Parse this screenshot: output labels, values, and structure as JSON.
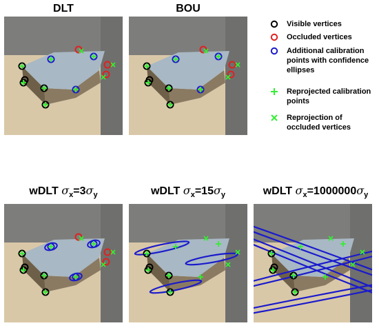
{
  "titles": {
    "dlt": "DLT",
    "bou": "BOU",
    "wdlt3": {
      "prefix": "wDLT",
      "sigma": "σ",
      "sub_x": "x",
      "eq": "=3",
      "sub_y": "y"
    },
    "wdlt15": {
      "prefix": "wDLT",
      "sigma": "σ",
      "sub_x": "x",
      "eq": "=15",
      "sub_y": "y"
    },
    "wdlt1m": {
      "prefix": "wDLT",
      "sigma": "σ",
      "sub_x": "x",
      "eq": "=1000000",
      "sub_y": "y"
    }
  },
  "legend": [
    {
      "symbol": "black-circle",
      "color": "#000000",
      "label": "Visible vertices"
    },
    {
      "symbol": "red-circle",
      "color": "#dd2222",
      "label": "Occluded vertices"
    },
    {
      "symbol": "blue-circle",
      "color": "#1a1acc",
      "label": "Additional calibration points with confidence ellipses"
    },
    {
      "symbol": "green-plus",
      "color": "#33ee33",
      "label": "Reprojected calibration points"
    },
    {
      "symbol": "green-cross",
      "color": "#33ee33",
      "label": "Reprojection of occluded vertices"
    }
  ],
  "colors": {
    "table": "#d9c8a8",
    "wall": "#7d7d7b",
    "box_top": "#a8b8c4",
    "box_side": "#8a7a62",
    "visible": "#000000",
    "occluded": "#dd2222",
    "calib": "#1a1acc",
    "reproj": "#33ee33"
  }
}
